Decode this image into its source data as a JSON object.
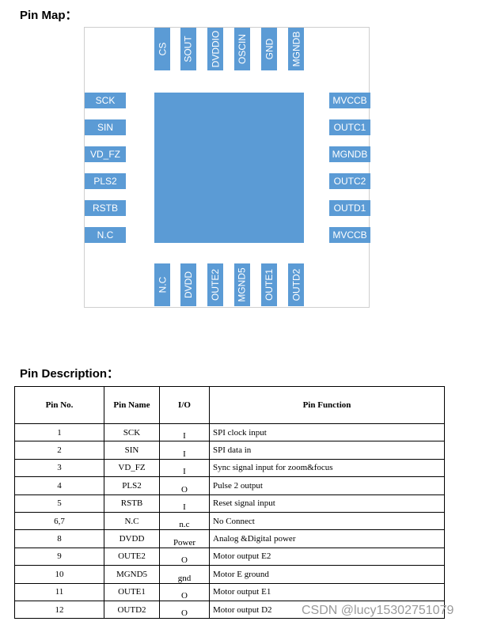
{
  "pin_map": {
    "heading": "Pin Map：",
    "left_pins": [
      "SCK",
      "SIN",
      "VD_FZ",
      "PLS2",
      "RSTB",
      "N.C"
    ],
    "right_pins": [
      "MVCCB",
      "OUTC1",
      "MGNDB",
      "OUTC2",
      "OUTD1",
      "MVCCB"
    ],
    "top_pins": [
      "CS",
      "SOUT",
      "DVDDIO",
      "OSCIN",
      "GND",
      "MGNDB"
    ],
    "bottom_pins": [
      "N.C",
      "DVDD",
      "OUTE2",
      "MGND5",
      "OUTE1",
      "OUTD2"
    ],
    "colors": {
      "pin": "#5b9bd5",
      "die": "#5b9bd5",
      "pin_text": "#ffffff"
    }
  },
  "pin_description": {
    "heading": "Pin Description：",
    "columns": [
      "Pin No.",
      "Pin Name",
      "I/O",
      "Pin Function"
    ],
    "rows": [
      [
        "1",
        "SCK",
        "I",
        "SPI clock input"
      ],
      [
        "2",
        "SIN",
        "I",
        "SPI data in"
      ],
      [
        "3",
        "VD_FZ",
        "I",
        "Sync signal input for zoom&focus"
      ],
      [
        "4",
        "PLS2",
        "O",
        "Pulse 2 output"
      ],
      [
        "5",
        "RSTB",
        "I",
        "Reset signal input"
      ],
      [
        "6,7",
        "N.C",
        "n.c",
        "No Connect"
      ],
      [
        "8",
        "DVDD",
        "Power",
        "Analog &Digital power"
      ],
      [
        "9",
        "OUTE2",
        "O",
        "Motor output E2"
      ],
      [
        "10",
        "MGND5",
        "gnd",
        "Motor E ground"
      ],
      [
        "11",
        "OUTE1",
        "O",
        "Motor output E1"
      ],
      [
        "12",
        "OUTD2",
        "O",
        "Motor output D2"
      ]
    ]
  },
  "watermark": "CSDN @lucy15302751079"
}
